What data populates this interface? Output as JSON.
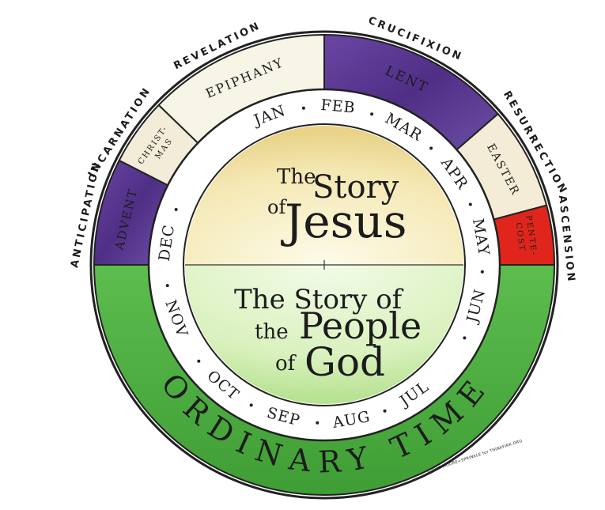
{
  "outer_labels": {
    "anticipation": "ANTICIPATION",
    "incarnation": "INCARNATION",
    "revelation": "REVELATION",
    "crucifixion": "CRUCIFIXION",
    "resurrection": "RESURRECTION",
    "ascension": "ASCENSION"
  },
  "seasons": {
    "advent": "ADVENT",
    "christmas_line1": "CHRIST-",
    "christmas_line2": "MAS",
    "epiphany": "EPIPHANY",
    "lent": "LENT",
    "easter": "EASTER",
    "pentecost_line1": "PENTE-",
    "pentecost_line2": "COST",
    "ordinary_time": "ORDINARY TIME"
  },
  "months": {
    "jan": "JAN",
    "feb": "FEB",
    "mar": "MAR",
    "apr": "APR",
    "may": "MAY",
    "jun": "JUN",
    "jul": "JUL",
    "aug": "AUG",
    "sep": "SEP",
    "oct": "OCT",
    "nov": "NOV",
    "dec": "DEC"
  },
  "center": {
    "top_the": "The",
    "top_story": "Story",
    "top_of": "of",
    "top_jesus": "Jesus",
    "bottom_line1": "The Story of",
    "bottom_the": "the",
    "bottom_people": "People",
    "bottom_of": "of",
    "bottom_god": "God"
  },
  "credit": "©2018 MOORE+SPRINKLE for THINKFIRK.ORG",
  "colors": {
    "advent": "#5b3a8e",
    "lent": "#5e3a92",
    "christmas": "#f3ecd9",
    "epiphany": "#f7f5e6",
    "easter": "#f4ecd6",
    "pentecost": "#e0261c",
    "ordinary": "#53b446",
    "center_top": "#f2e4a8",
    "center_bottom": "#d6f0b9",
    "month_ring": "#ffffff"
  }
}
